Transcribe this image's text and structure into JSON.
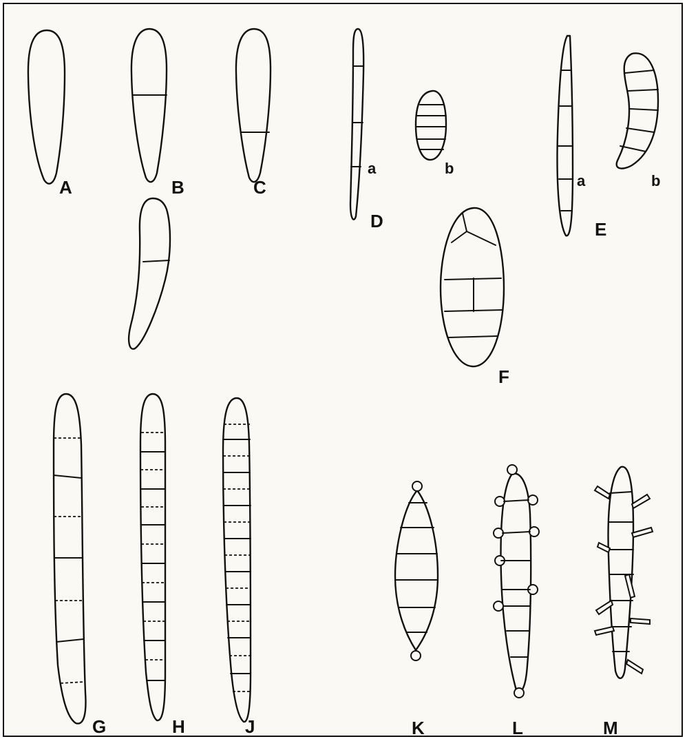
{
  "figure": {
    "labels": {
      "A": "A",
      "B": "B",
      "C": "C",
      "D": "D",
      "D_a": "a",
      "D_b": "b",
      "E": "E",
      "E_a": "a",
      "E_b": "b",
      "F": "F",
      "G": "G",
      "H": "H",
      "J": "J",
      "K": "K",
      "L": "L",
      "M": "M"
    }
  }
}
